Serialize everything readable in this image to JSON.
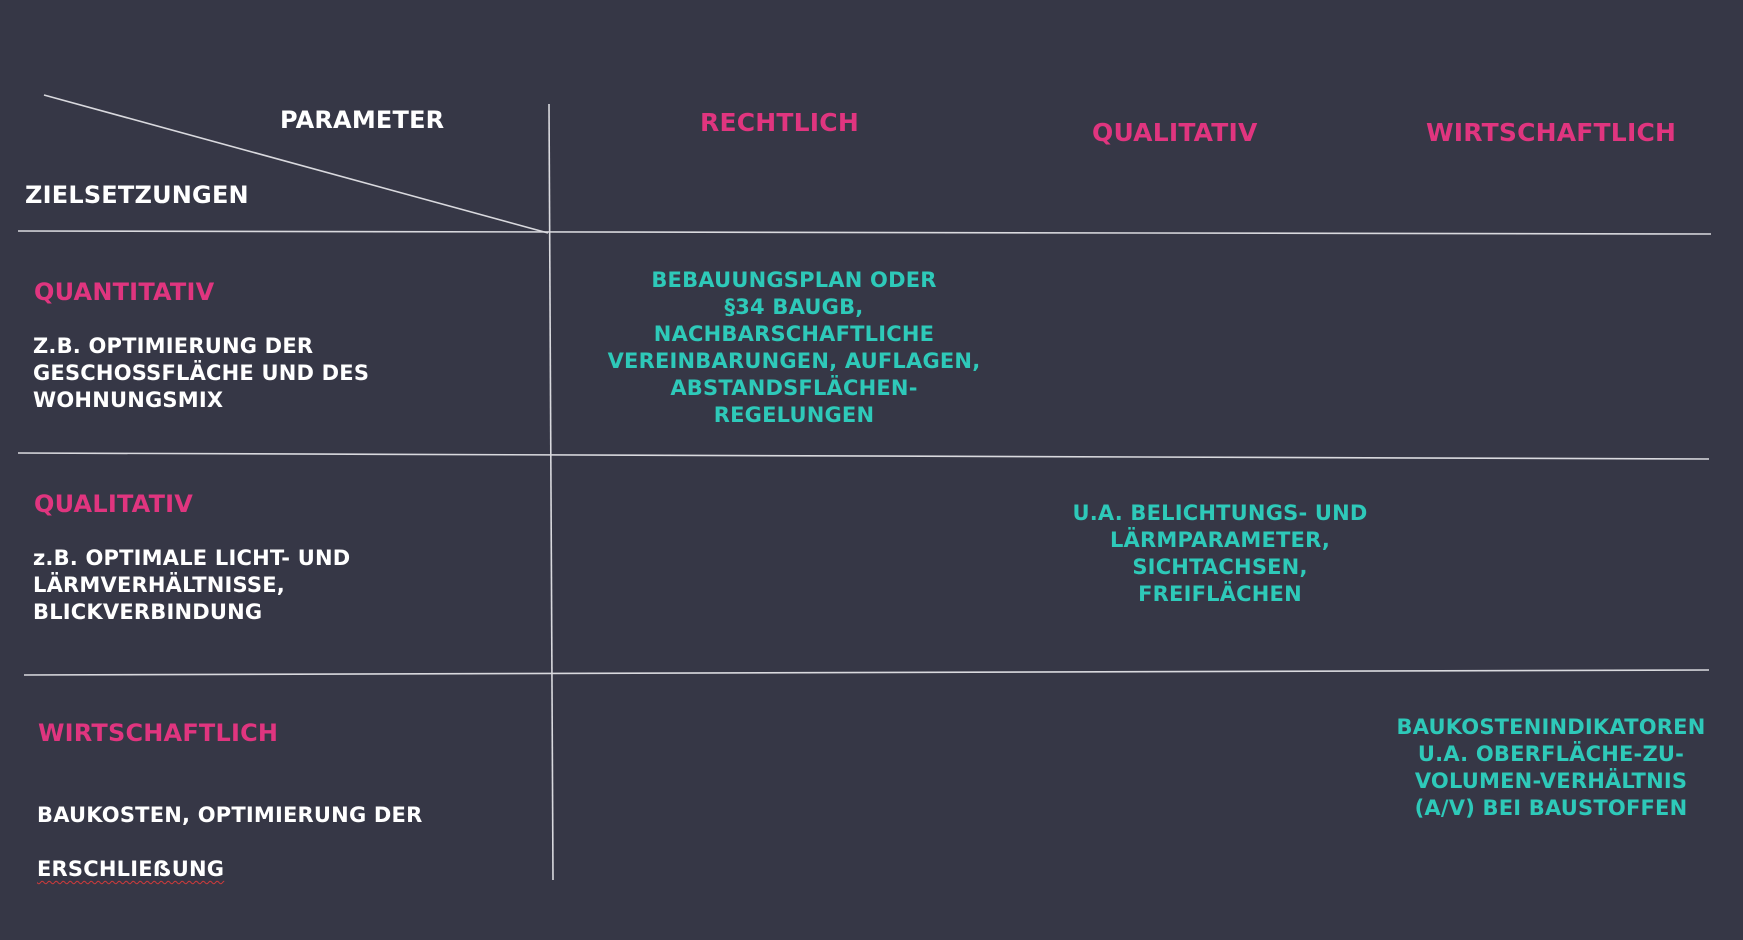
{
  "header": {
    "parameter_label": "PARAMETER",
    "zielsetzungen_label": "ZIELSETZUNGEN",
    "columns": [
      "RECHTLICH",
      "QUALITATIV",
      "WIRTSCHAFTLICH"
    ]
  },
  "rows": [
    {
      "title": "QUANTITATIV",
      "description": "Z.B. OPTIMIERUNG DER\nGESCHOSSFLÄCHE UND DES\nWOHNUNGSMIX"
    },
    {
      "title": "QUALITATIV",
      "description": "z.B. OPTIMALE LICHT- UND\nLÄRMVERHÄLTNISSE,\nBLICKVERBINDUNG"
    },
    {
      "title": "WIRTSCHAFTLICH",
      "description_line1": "BAUKOSTEN, OPTIMIERUNG DER",
      "description_line2": "ERSCHLIEẞUNG"
    }
  ],
  "cells": {
    "rechtlich_quantitativ": "BEBAUUNGSPLAN ODER\n§34 BAUGB,\nNACHBARSCHAFTLICHE\nVEREINBARUNGEN, AUFLAGEN,\nABSTANDSFLÄCHEN-\nREGELUNGEN",
    "qualitativ_qualitativ": "U.A. BELICHTUNGS- UND\nLÄRMPARAMETER,\nSICHTACHSEN,\nFREIFLÄCHEN",
    "wirtschaftlich_wirtschaftlich": "BAUKOSTENINDIKATOREN\nU.A. OBERFLÄCHE-ZU-\nVOLUMEN-VERHÄLTNIS\n(A/V) BEI BAUSTOFFEN"
  },
  "colors": {
    "background": "#363746",
    "accent_pink": "#e0357f",
    "accent_teal": "#2ec9b9",
    "text_white": "#ffffff",
    "grid_line": "#d9d9de"
  }
}
